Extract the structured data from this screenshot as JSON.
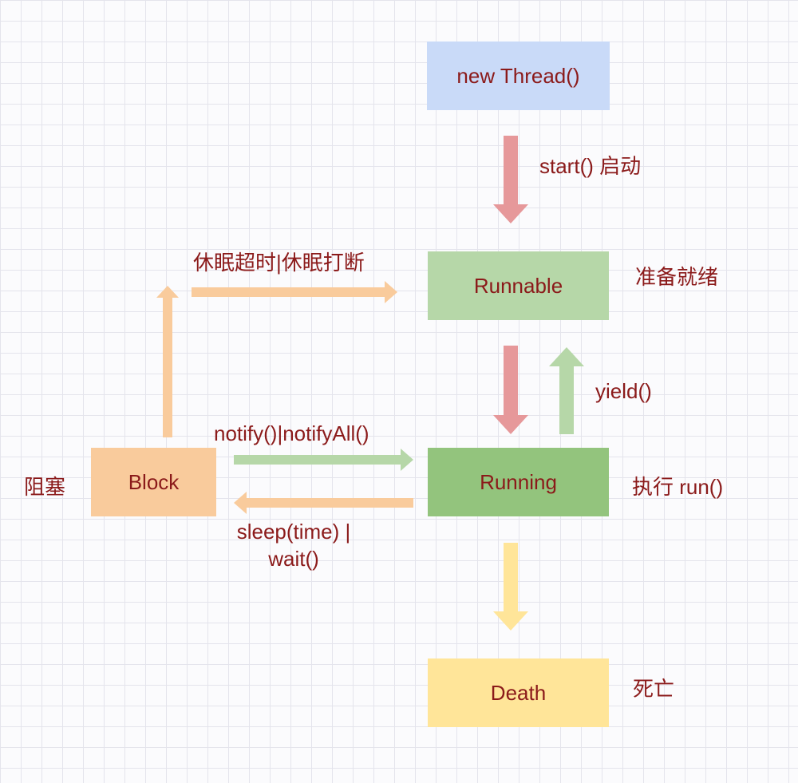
{
  "nodes": {
    "new_thread": "new Thread()",
    "runnable": "Runnable",
    "running": "Running",
    "block": "Block",
    "death": "Death"
  },
  "state_labels": {
    "runnable": "准备就绪",
    "running": "执行 run()",
    "block": "阻塞",
    "death": "死亡"
  },
  "transitions": {
    "start": "start() 启动",
    "yield": "yield()",
    "wake": "休眠超时|休眠打断",
    "notify": "notify()|notifyAll()",
    "sleep_line1": "sleep(time) |",
    "sleep_line2": "wait()"
  },
  "colors": {
    "new_thread": "#c9daf8",
    "runnable": "#b6d7a8",
    "running": "#93c47d",
    "block": "#f9cb9c",
    "death": "#ffe599",
    "arrow_red": "#e6989a",
    "arrow_green": "#b6d7a8",
    "arrow_orange": "#f9cb9c",
    "arrow_yellow": "#ffe599",
    "text": "#8b1a1a"
  }
}
